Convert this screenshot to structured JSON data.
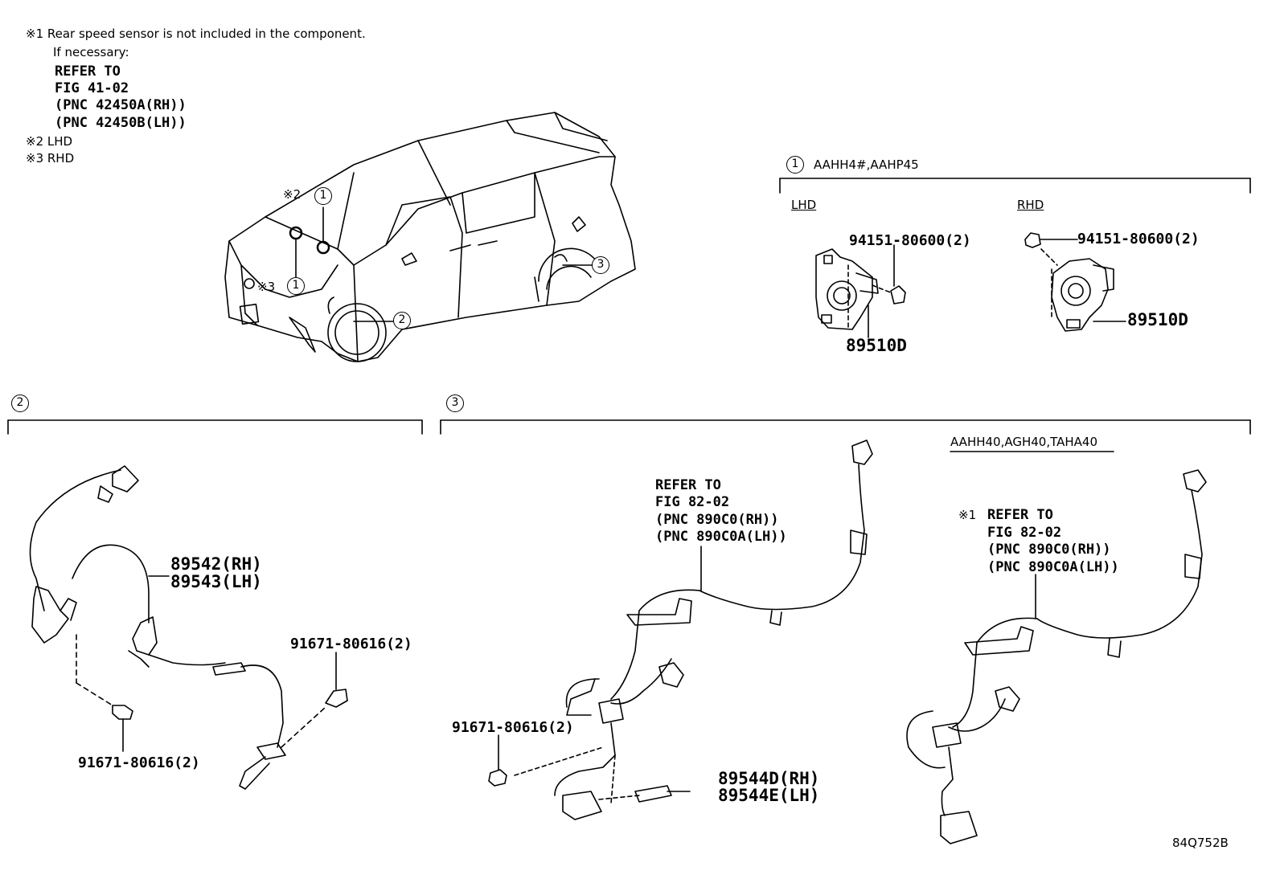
{
  "notes": {
    "n1": "※1 Rear speed sensor is not included in the component.",
    "n1_sub": "If necessary:",
    "n1_ref": [
      "REFER TO",
      "FIG 41-02",
      "(PNC 42450A(RH))",
      "(PNC 42450B(LH))"
    ],
    "n2": "※2 LHD",
    "n3": "※3 RHD"
  },
  "vehicle": {
    "mark_2": "※2",
    "mark_3": "※3",
    "callouts": [
      "1",
      "1",
      "2",
      "3"
    ]
  },
  "section1": {
    "number": "1",
    "models": "AAHH4#,AAHP45",
    "lhd": {
      "label": "LHD",
      "nut": "94151-80600(2)",
      "part": "89510D"
    },
    "rhd": {
      "label": "RHD",
      "nut": "94151-80600(2)",
      "part": "89510D"
    }
  },
  "section2": {
    "number": "2",
    "part_rh": "89542(RH)",
    "part_lh": "89543(LH)",
    "bolt_a": "91671-80616(2)",
    "bolt_b": "91671-80616(2)"
  },
  "section3": {
    "number": "3",
    "models": "AAHH40,AGH40,TAHA40",
    "ref_a": [
      "REFER TO",
      "FIG 82-02",
      "(PNC 890C0(RH))",
      "(PNC 890C0A(LH))"
    ],
    "ref_b_mark": "※1",
    "ref_b": [
      "REFER TO",
      "FIG 82-02",
      "(PNC 890C0(RH))",
      "(PNC 890C0A(LH))"
    ],
    "bolt": "91671-80616(2)",
    "sensor_rh": "89544D(RH)",
    "sensor_lh": "89544E(LH)"
  },
  "figure_code": "84Q752B"
}
